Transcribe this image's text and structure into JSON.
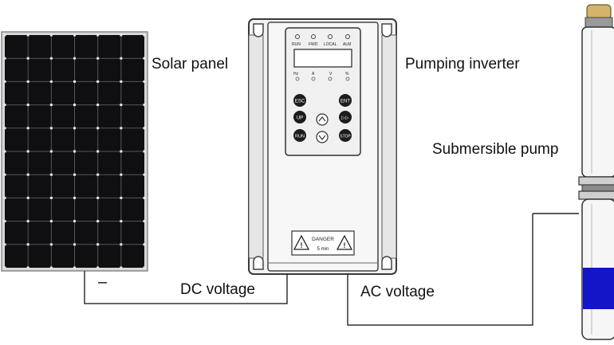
{
  "labels": {
    "solar_panel": "Solar panel",
    "pumping_inverter": "Pumping inverter",
    "submersible_pump": "Submersible pump",
    "dc_voltage": "DC voltage",
    "ac_voltage": "AC voltage",
    "minus_terminal": "–"
  },
  "inverter": {
    "indicators": [
      "RUN",
      "FWD",
      "LOCAL",
      "ALM"
    ],
    "indicators_bottom": [
      "Hz",
      "A",
      "V",
      "%"
    ],
    "keys": {
      "esc": "ESC",
      "ent": "ENT",
      "up": "UP",
      "run": "RUN",
      "shift": "▷▷",
      "stop": "STOP"
    },
    "warning_title": "DANGER",
    "warning_time": "5 min"
  },
  "colors": {
    "panel_cell": "#0f0f12",
    "panel_frame": "#d7d7d7",
    "inverter_body": "#f2f2f2",
    "pump_band": "#1414c8",
    "pump_cap": "#d4b46a",
    "wire": "#333333"
  }
}
